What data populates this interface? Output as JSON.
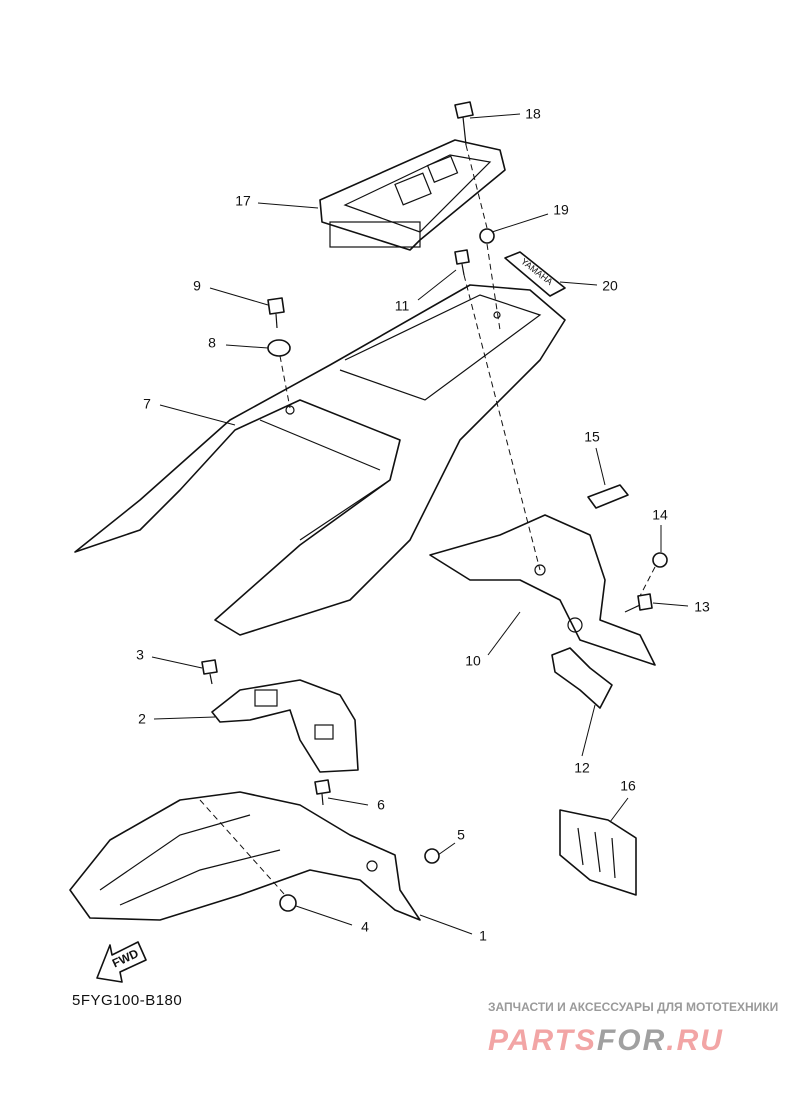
{
  "diagram": {
    "callouts": [
      "1",
      "2",
      "3",
      "4",
      "5",
      "6",
      "7",
      "8",
      "9",
      "10",
      "11",
      "12",
      "13",
      "14",
      "15",
      "16",
      "17",
      "18",
      "19",
      "20"
    ],
    "decal_text": "YAMAHA",
    "fwd_label": "FWD",
    "diagram_code": "5FYG100-B180"
  },
  "watermark": {
    "tagline": "ЗАПЧАСТИ И АКСЕССУАРЫ ДЛЯ МОТОТЕХНИКИ",
    "logo_part1": "PARTS",
    "logo_part2": "FOR",
    "logo_part3": ".RU"
  },
  "colors": {
    "logo_pink": "#f2a5a5",
    "logo_gray": "#a0a0a0"
  }
}
